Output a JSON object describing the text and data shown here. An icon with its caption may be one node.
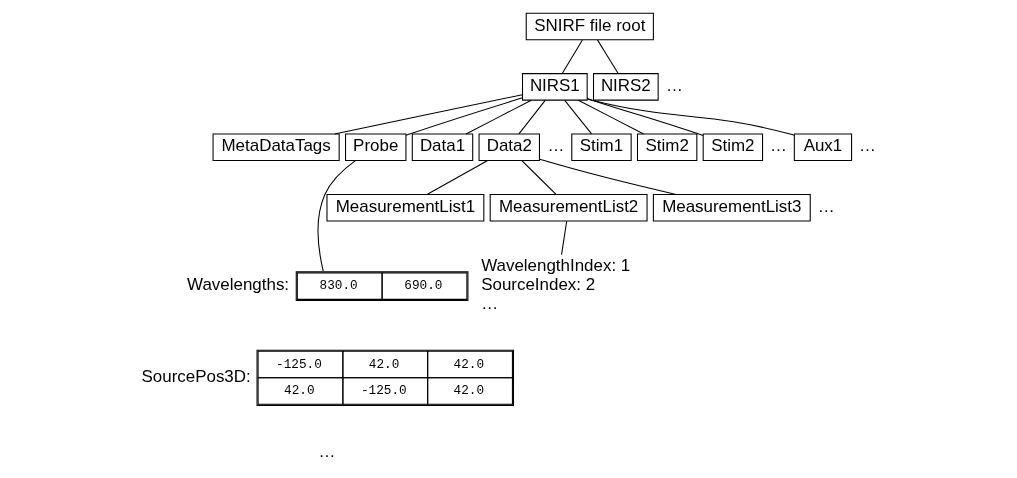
{
  "diagram": {
    "nodes": [
      {
        "text": [
          "SNIRF file root"
        ]
      },
      {
        "text": [
          "NIRS1"
        ]
      },
      {
        "text": [
          "NIRS2"
        ]
      },
      {
        "text": [
          "MetaDataTags"
        ]
      },
      {
        "text": [
          "Probe"
        ]
      },
      {
        "text": [
          "Data1"
        ]
      },
      {
        "text": [
          "Data2"
        ]
      },
      {
        "text": [
          "Stim1"
        ]
      },
      {
        "text": [
          "Stim2"
        ]
      },
      {
        "text": [
          "Stim2"
        ]
      },
      {
        "text": [
          "Aux1"
        ]
      },
      {
        "text": [
          "MeasurementList1"
        ]
      },
      {
        "text": [
          "MeasurementList2"
        ]
      },
      {
        "text": [
          "MeasurementList3"
        ]
      },
      {
        "text": [
          "Wavelengths:",
          "830.0",
          "690.0"
        ]
      },
      {
        "text": [
          "SourcePos3D:",
          "-125.0",
          "42.0",
          "42.0",
          "42.0",
          "-125.0",
          "42.0"
        ]
      },
      {
        "text": [
          "WavelengthIndex: 1",
          "SourceIndex: 2",
          "…"
        ]
      }
    ],
    "edges": [
      {
        "from": 0,
        "to": 1,
        "arrow": "none"
      },
      {
        "from": 0,
        "to": 2,
        "arrow": "none"
      },
      {
        "from": 1,
        "to": 3,
        "arrow": "none"
      },
      {
        "from": 1,
        "to": 4,
        "arrow": "none"
      },
      {
        "from": 1,
        "to": 5,
        "arrow": "none"
      },
      {
        "from": 1,
        "to": 6,
        "arrow": "none"
      },
      {
        "from": 1,
        "to": 7,
        "arrow": "none"
      },
      {
        "from": 1,
        "to": 8,
        "arrow": "none"
      },
      {
        "from": 1,
        "to": 9,
        "arrow": "none"
      },
      {
        "from": 1,
        "to": 10,
        "arrow": "none"
      },
      {
        "from": 6,
        "to": 11,
        "arrow": "none"
      },
      {
        "from": 6,
        "to": 12,
        "arrow": "none"
      },
      {
        "from": 6,
        "to": 13,
        "arrow": "none"
      },
      {
        "from": 4,
        "to": 14,
        "arrow": "none"
      },
      {
        "from": 12,
        "to": 16,
        "arrow": "none"
      }
    ],
    "labels": [
      "…",
      "…",
      "…",
      "…",
      "…",
      "…"
    ]
  }
}
